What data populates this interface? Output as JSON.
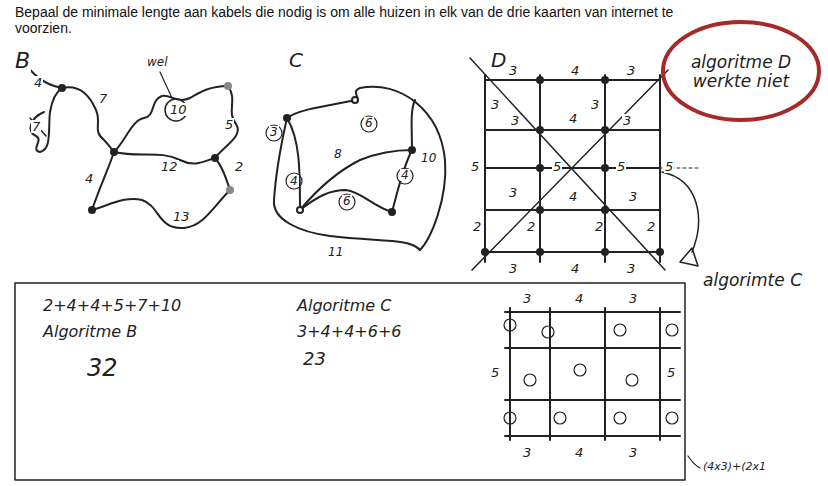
{
  "diagram": {
    "title": "Bepaal de minimale lengte aan kabels die nodig is om alle huizen in elk van de drie kaarten van internet te voorzien.",
    "nodes": [
      {
        "text": [
          "algoritme D werkte niet"
        ]
      },
      {
        "text": [
          "2+4+4+5+7+10",
          "Algoritme B",
          "32",
          "Algoritme C",
          "3+4+4+6+6",
          "23"
        ]
      }
    ],
    "labels": [
      "B",
      "4",
      "7",
      "wel",
      "10",
      "5",
      "7",
      "12",
      "2",
      "4",
      "13",
      "C",
      "3",
      "8",
      "6",
      "10",
      "4",
      "4",
      "6",
      "11",
      "D",
      "3",
      "4",
      "3",
      "3",
      "3",
      "3",
      "4",
      "3",
      "5",
      "5",
      "5",
      "5",
      "3",
      "4",
      "3",
      "2",
      "2",
      "2",
      "2",
      "3",
      "4",
      "3",
      "algorimte C",
      "3",
      "4",
      "3",
      "5",
      "5",
      "3",
      "4",
      "3",
      "(4x3)+(2x1"
    ]
  }
}
